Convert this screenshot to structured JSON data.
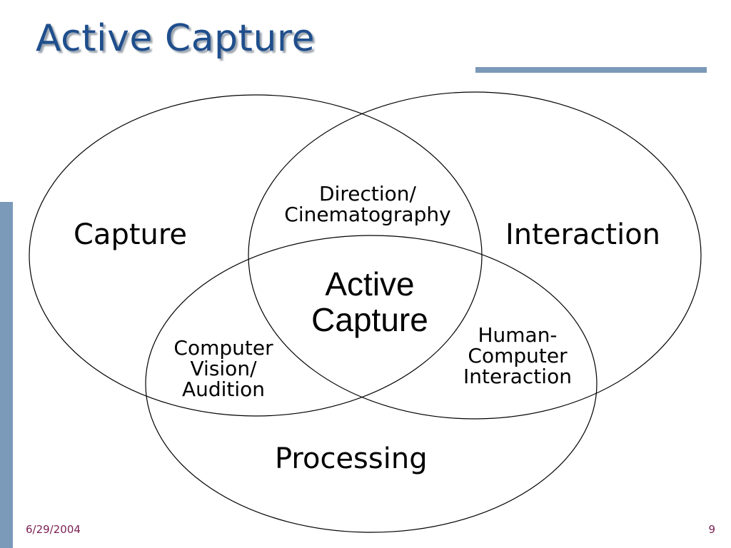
{
  "slide": {
    "title": "Active Capture",
    "footer": {
      "date": "6/29/2004",
      "page_number": "9"
    },
    "colors": {
      "title": "#1f4e8c",
      "accent_bar": "#7b99b8",
      "footer_text": "#7a1f52"
    }
  },
  "venn": {
    "sets": [
      {
        "label": "Capture"
      },
      {
        "label": "Interaction"
      },
      {
        "label": "Processing"
      }
    ],
    "intersections": {
      "capture_interaction": "Direction/\nCinematography",
      "capture_processing": "Computer\nVision/\nAudition",
      "interaction_processing": "Human-\nComputer\nInteraction",
      "all_three": "Active\nCapture"
    }
  }
}
